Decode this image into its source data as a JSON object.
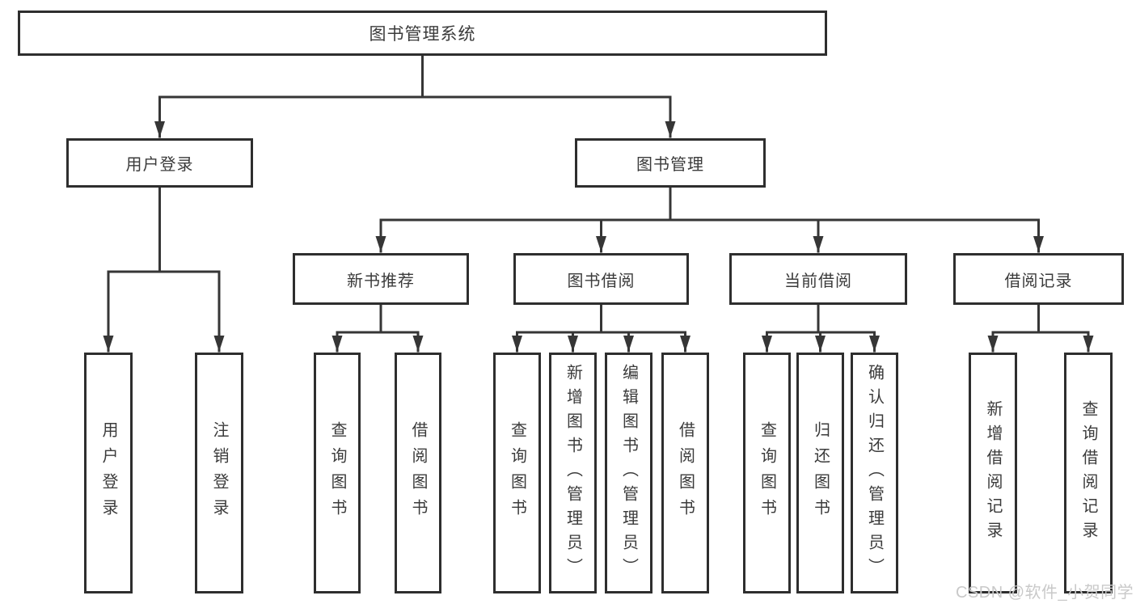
{
  "diagram_title": "图书管理系统",
  "nodes": {
    "root": "图书管理系统",
    "user_login": "用户登录",
    "book_mgmt": "图书管理",
    "new_books": "新书推荐",
    "book_borrow": "图书借阅",
    "current_borrow": "当前借阅",
    "borrow_records": "借阅记录",
    "leaves": {
      "login": [
        "用户登录",
        "注销登录"
      ],
      "new_books": [
        "查询图书",
        "借阅图书"
      ],
      "book_borrow": [
        "查询图书",
        "新增图书（管理员）",
        "编辑图书（管理员）",
        "借阅图书"
      ],
      "current_borrow": [
        "查询图书",
        "归还图书",
        "确认归还（管理员）"
      ],
      "borrow_records": [
        "新增借阅记录",
        "查询借阅记录"
      ]
    }
  },
  "watermark": {
    "text": "CSDN @软件_小贺同学"
  },
  "colors": {
    "line": "#363636",
    "box_border": "#2e2e2e",
    "text": "#3b3b3b",
    "watermark_text": "#c9c9c9",
    "background": "#ffffff"
  }
}
